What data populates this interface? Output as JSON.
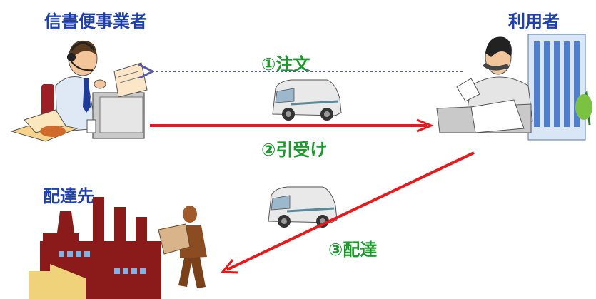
{
  "actors": {
    "operator": "信書便事業者",
    "user": "利用者",
    "destination": "配達先"
  },
  "flows": {
    "order": "①注文",
    "pickup": "②引受け",
    "delivery": "③配達"
  },
  "colors": {
    "actor_text": "#1f3fae",
    "flow_text": "#1a9a2a",
    "order_arrow": "#5a5aa8",
    "main_arrow": "#e8191b"
  }
}
